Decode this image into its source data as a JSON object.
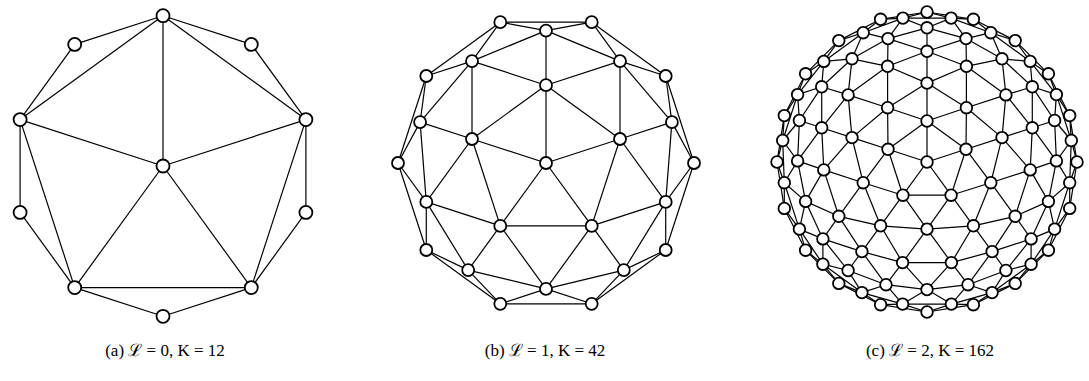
{
  "diagram": {
    "labels": [
      "(a) ℒ = 0, K = 12",
      "(b) ℒ = 1, K = 42",
      "(c) ℒ = 2, K = 162"
    ]
  }
}
